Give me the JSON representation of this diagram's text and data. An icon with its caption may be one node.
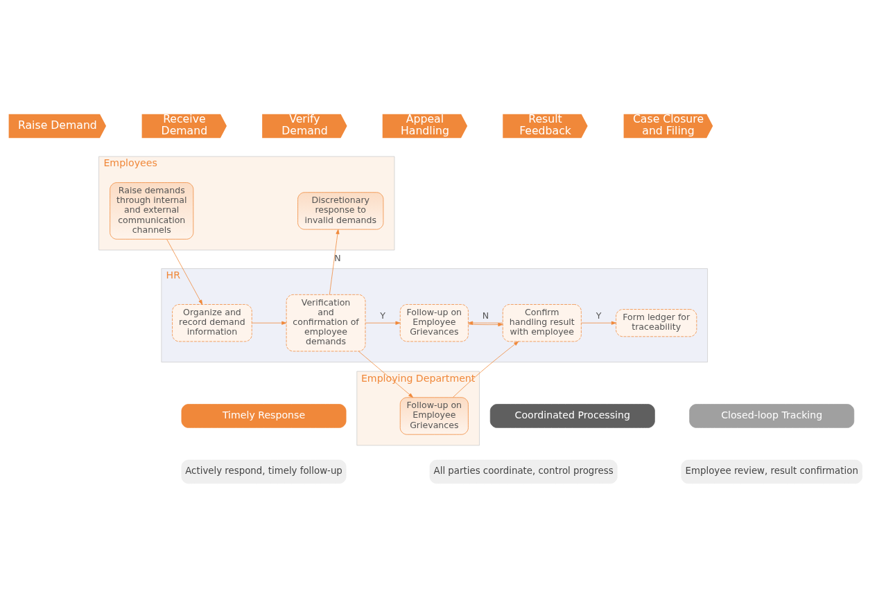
{
  "diagram": {
    "nodes": [
      {
        "text": [
          "Raise Demand"
        ]
      },
      {
        "text": [
          "Receive Demand"
        ]
      },
      {
        "text": [
          "Verify Demand"
        ]
      },
      {
        "text": [
          "Appeal Handling"
        ]
      },
      {
        "text": [
          "Result Feedback"
        ]
      },
      {
        "text": [
          "Case Closure and Filing"
        ]
      },
      {
        "text": [
          "Employees"
        ]
      },
      {
        "text": [
          "HR"
        ]
      },
      {
        "text": [
          "Employing Department"
        ]
      },
      {
        "text": [
          "Raise demands through internal and external communication channels"
        ],
        "in": 6
      },
      {
        "text": [
          "Discretionary response to invalid demands"
        ],
        "in": 6
      },
      {
        "text": [
          "Organize and record demand information"
        ],
        "in": 7
      },
      {
        "text": [
          "Verification and confirmation of employee demands"
        ],
        "in": 7
      },
      {
        "text": [
          "Follow-up on Employee Grievances"
        ],
        "in": 7
      },
      {
        "text": [
          "Confirm handling result with employee"
        ],
        "in": 7
      },
      {
        "text": [
          "Form ledger for traceability"
        ],
        "in": 7
      },
      {
        "text": [
          "Follow-up on Employee Grievances"
        ],
        "in": 8
      },
      {
        "text": [
          "Timely Response"
        ]
      },
      {
        "text": [
          "Actively respond, timely follow-up"
        ]
      },
      {
        "text": [
          "Coordinated Processing"
        ]
      },
      {
        "text": [
          "All parties coordinate, control progress"
        ]
      },
      {
        "text": [
          "Closed-loop Tracking"
        ]
      },
      {
        "text": [
          "Employee review, result confirmation"
        ]
      }
    ],
    "edges": [
      {
        "from": 9,
        "to": 11,
        "arrow": "to"
      },
      {
        "from": 11,
        "to": 12,
        "arrow": "to"
      },
      {
        "from": 12,
        "to": 10,
        "arrow": "to",
        "label": "N"
      },
      {
        "from": 12,
        "to": 13,
        "arrow": "to",
        "label": "Y"
      },
      {
        "from": 12,
        "to": 16,
        "arrow": "to"
      },
      {
        "from": 13,
        "to": 14,
        "arrow": "to"
      },
      {
        "from": 16,
        "to": 14,
        "arrow": "to"
      },
      {
        "from": 14,
        "to": 15,
        "arrow": "to",
        "label": "Y"
      },
      {
        "from": 14,
        "to": 13,
        "arrow": "to",
        "label": "N"
      }
    ]
  }
}
